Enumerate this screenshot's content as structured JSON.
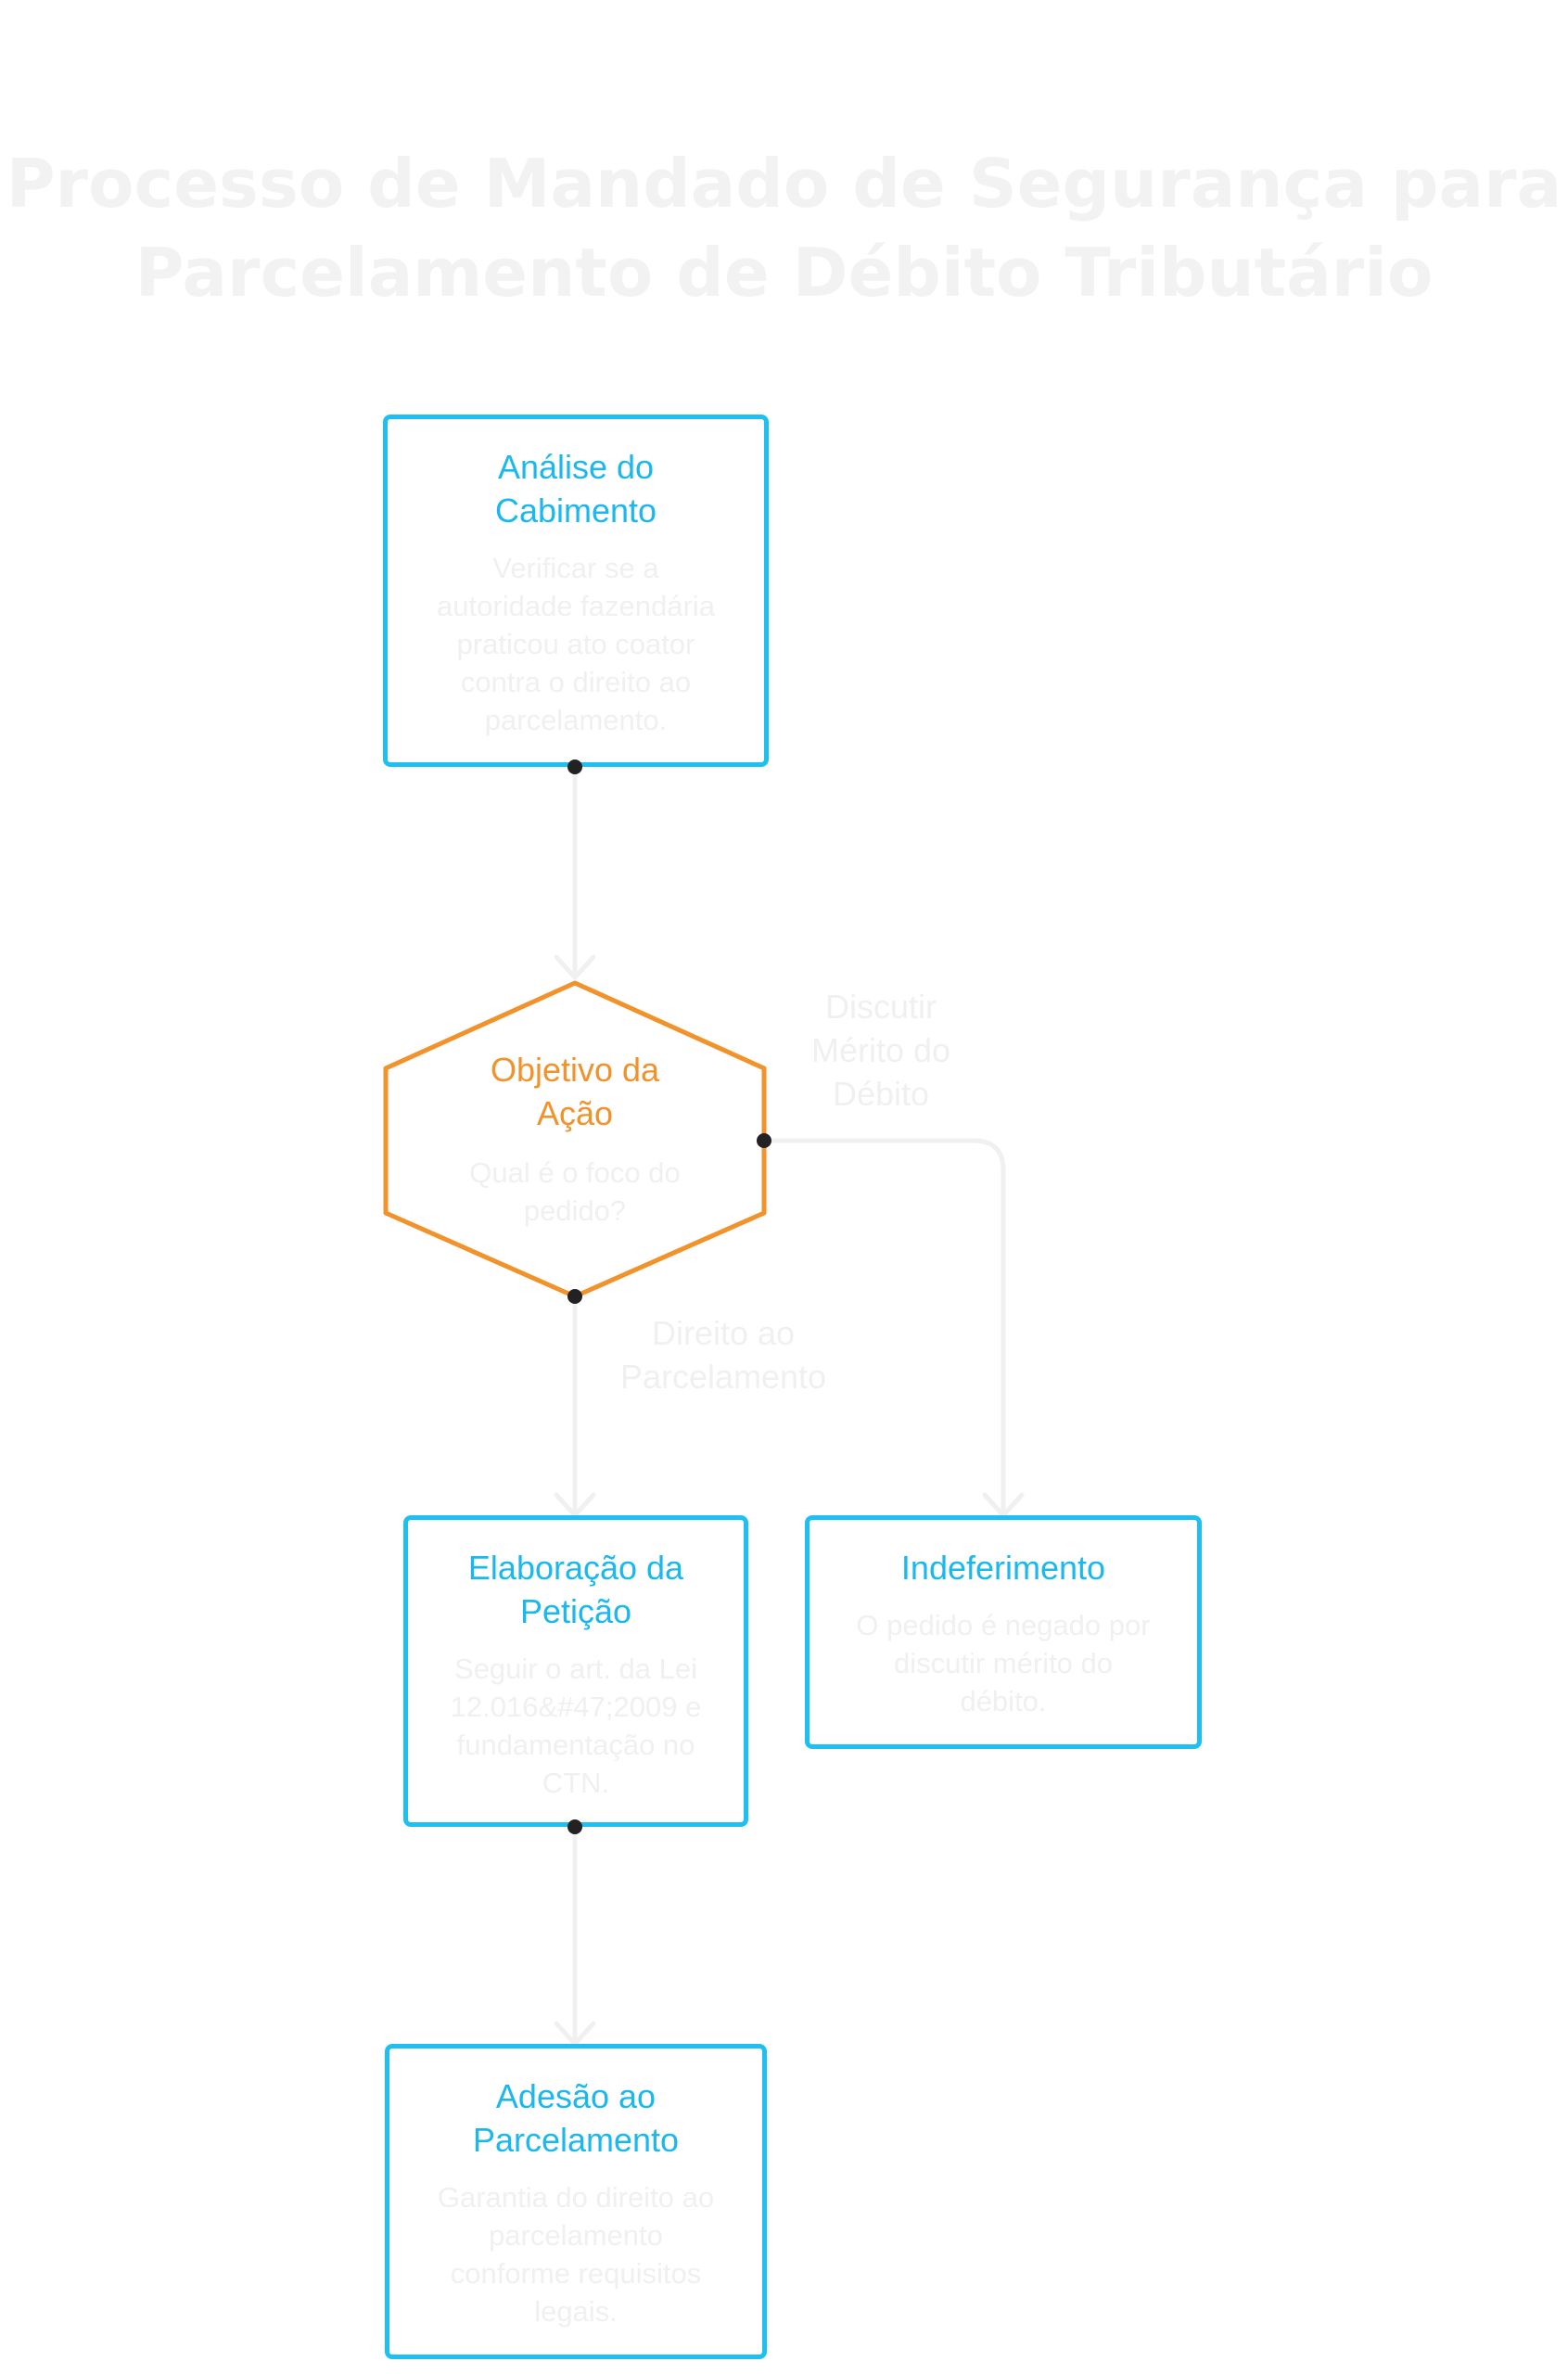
{
  "title": {
    "line1": "Processo de Mandado de Segurança para",
    "line2": "Parcelamento de Débito Tributário"
  },
  "nodes": {
    "analise": {
      "title": "Análise do\nCabimento",
      "desc": "Verificar se a\nautoridade fazendária\npraticou ato coator\ncontra o direito ao\nparcelamento."
    },
    "objetivo": {
      "title": "Objetivo da\nAção",
      "desc": "Qual é o foco do\npedido?"
    },
    "elaboracao": {
      "title": "Elaboração da\nPetição",
      "desc": "Seguir o art. da Lei\n12.016&#47;2009 e\nfundamentação no\nCTN."
    },
    "indeferimento": {
      "title": "Indeferimento",
      "desc": "O pedido é negado por\ndiscutir mérito do\ndébito."
    },
    "adesao": {
      "title": "Adesão ao\nParcelamento",
      "desc": "Garantia do direito ao\nparcelamento\nconforme requisitos\nlegais."
    }
  },
  "edges": {
    "merito_label": "Discutir\nMérito do\nDébito",
    "direito_label": "Direito ao\nParcelamento"
  },
  "colors": {
    "process_border": "#1ec0f2",
    "process_text": "#1ab8ee",
    "decision_border": "#f2922a",
    "decision_text": "#f2922a",
    "edge": "#f0f0f0",
    "faint_text": "#f0f0f0"
  }
}
